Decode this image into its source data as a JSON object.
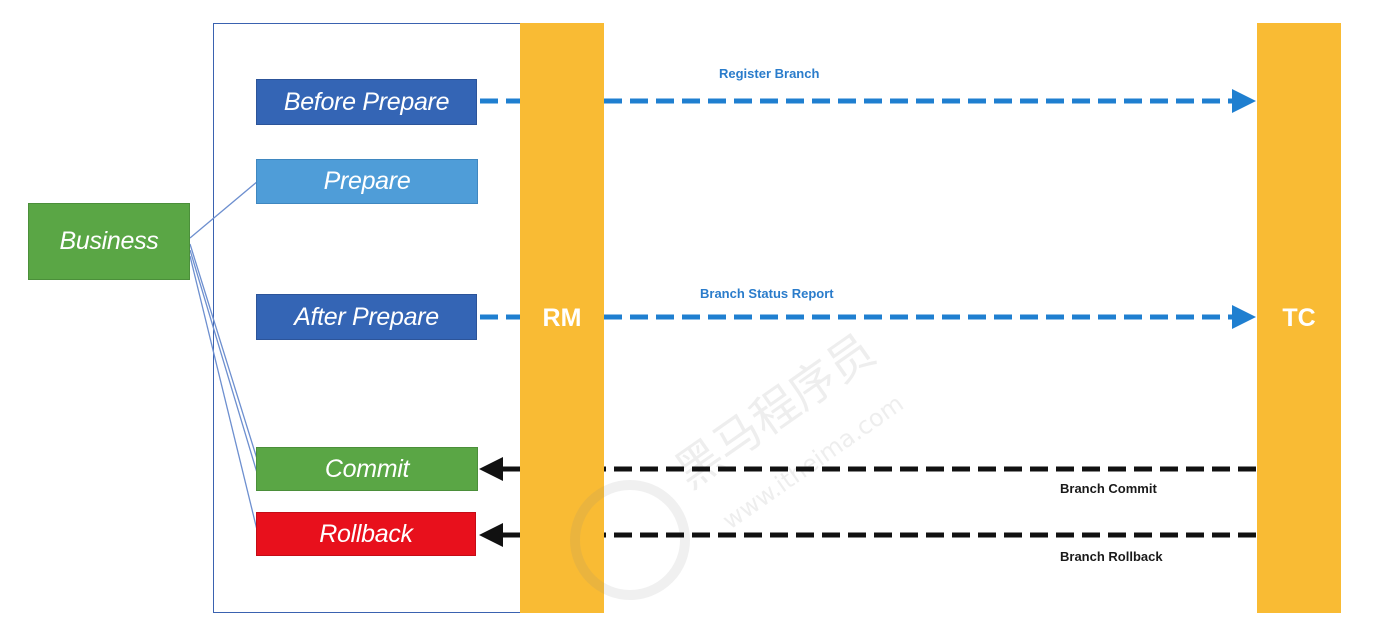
{
  "nodes": {
    "business": "Business",
    "before_prepare": "Before Prepare",
    "prepare": "Prepare",
    "after_prepare": "After Prepare",
    "commit": "Commit",
    "rollback": "Rollback",
    "rm": "RM",
    "tc": "TC"
  },
  "arrows": {
    "register_branch": "Register Branch",
    "branch_status_report": "Branch Status Report",
    "branch_commit": "Branch Commit",
    "branch_rollback": "Branch Rollback"
  },
  "watermark": {
    "brand": "黑马程序员",
    "url": "www.itheima.com"
  },
  "colors": {
    "lane": "#f9bb34",
    "dark_blue_box": "#3465b5",
    "light_blue_box": "#4f9dd8",
    "green_box": "#5aa645",
    "red_box": "#e8101c",
    "blue_arrow": "#1f7fd0",
    "black_arrow": "#111111"
  }
}
